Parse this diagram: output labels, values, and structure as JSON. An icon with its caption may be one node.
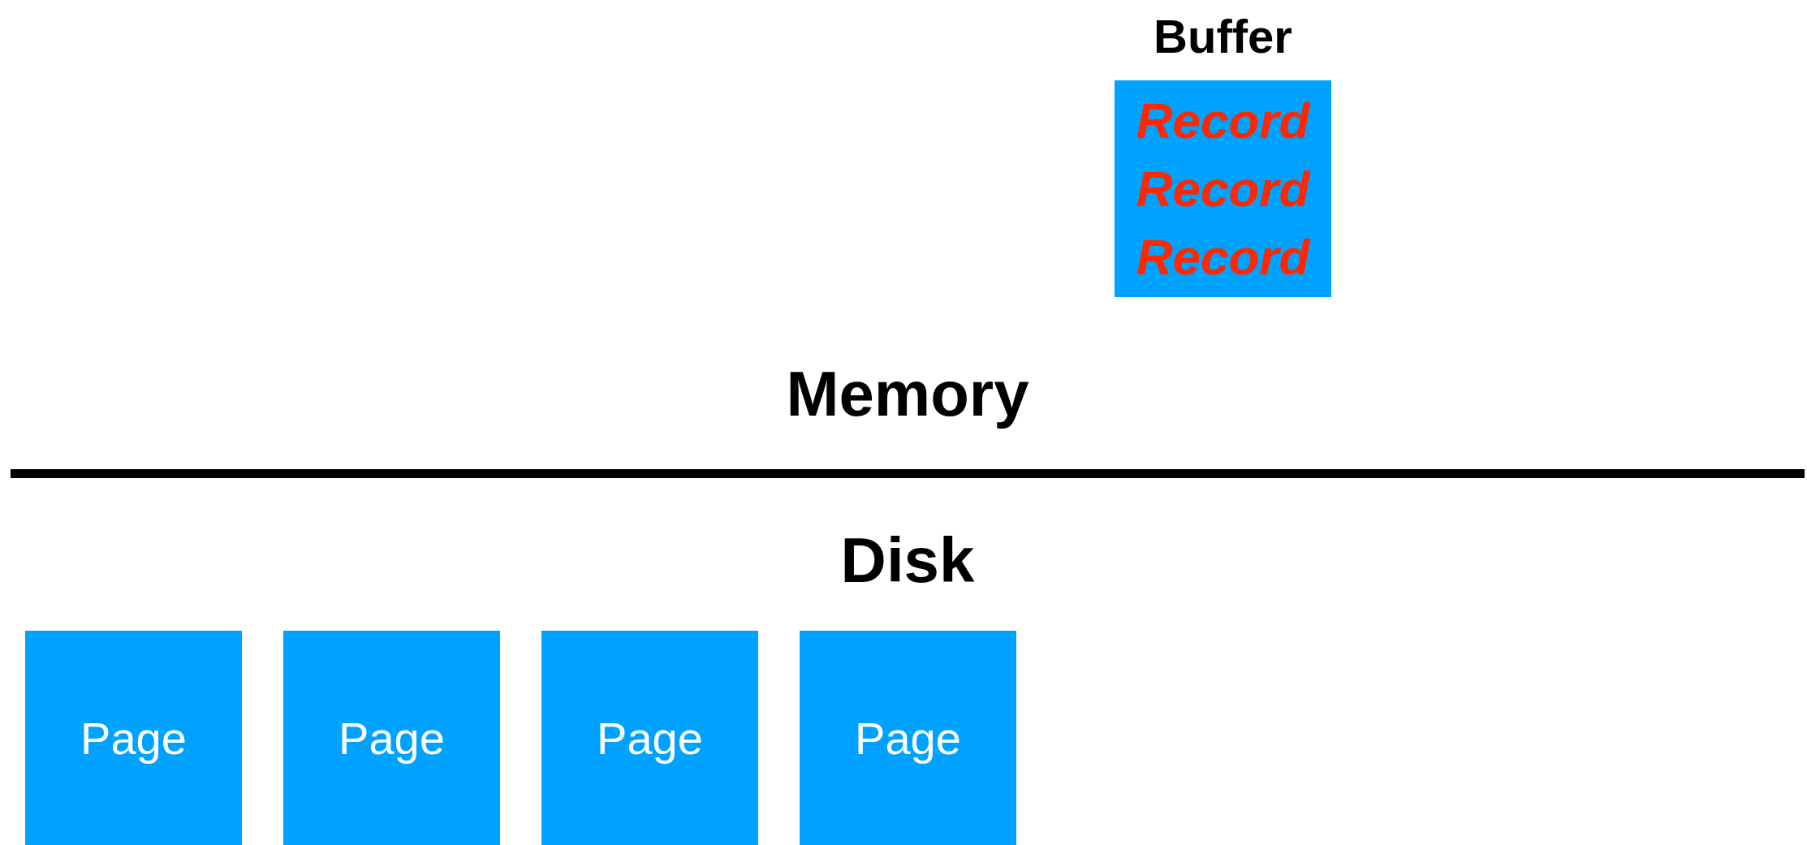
{
  "diagram": {
    "nodes": [
      {
        "text": [
          "Buffer",
          "Record",
          "Record",
          "Record"
        ]
      },
      {
        "text": [
          "Page"
        ]
      },
      {
        "text": [
          "Page"
        ]
      },
      {
        "text": [
          "Page"
        ]
      },
      {
        "text": [
          "Page"
        ]
      }
    ],
    "labels": [
      "Memory",
      "Disk"
    ]
  }
}
